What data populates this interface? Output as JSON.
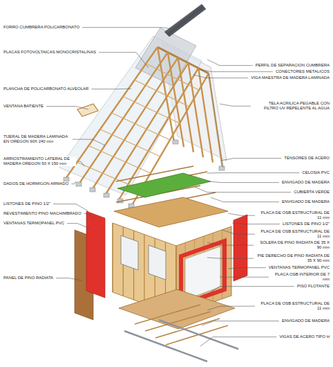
{
  "diagram": {
    "labels": [
      "FORRO CUMBRERA POLICARBONATO",
      "PLACAS FOTOVOLTAICAS MONOCRISTALINAS",
      "PLANCHA DE POLICARBONATO ALVEOLAR",
      "VENTANA BATIENTE",
      "TIJERAL DE MADERA LAMINADA EN OREGON 90X 240 mm",
      "ARRIOSTRAMIENTO LATERAL DE MADERA OREGON 50 X 150 mm",
      "DADOS DE HORMIGON ARMADO",
      "LISTONES DE PINO 1/2\"",
      "REVESTIMIENTO PINO MACHIMBRADO",
      "VENTANAS TERMOPANEL PVC",
      "PANEL DE PINO RADIATA",
      "PERFIL DE SEPARACION CUMBRERA",
      "CONECTORES METALICOS",
      "VIGA MAESTRA DE MADERA LAMINADA",
      "TELA ACRILICA PEGABLE CON FILTRO UV REPELENTE AL AGUA",
      "TENSORES DE ACERO",
      "CELOSIA PVC",
      "ENVIGADO DE MADERA",
      "CUBIERTA VERDE",
      "ENVIGADO DE MADERA",
      "PLACA DE OSB ESTRUCTURAL DE 11 mm",
      "LISTONES DE PINO 1/2\"",
      "PLACA DE OSB ESTRUCTURAL DE 11 mm",
      "SOLERA DE PINO RADIATA DE 35 X 90 mm",
      "PIE DERECHO DE PINO RADIATA DE 35 X 90 mm",
      "VENTANAS TERMOPANEL PVC",
      "PLACA OSB INTERIOR DE 7 mm",
      "PISO FLOTANTE",
      "PLACA DE OSB ESTRUCTURAL DE 11 mm",
      "ENVIGADO DE MADERA",
      "VIGAS DE ACERO TIPO H"
    ]
  }
}
